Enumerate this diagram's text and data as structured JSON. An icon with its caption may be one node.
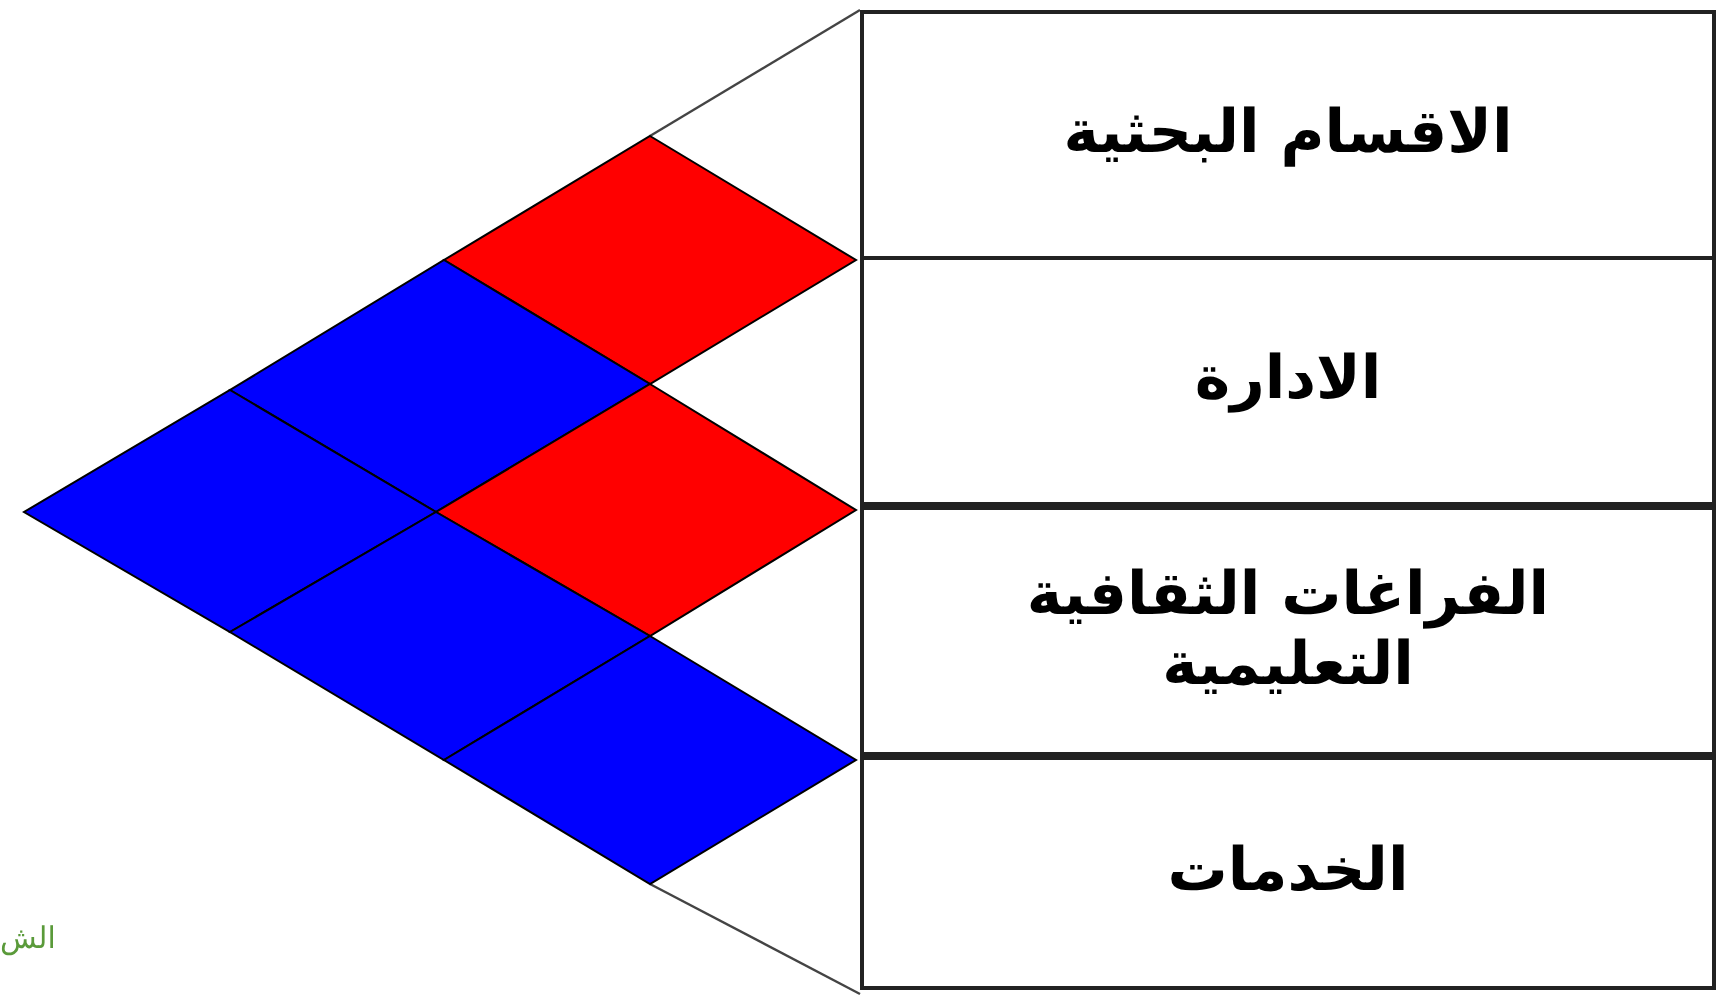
{
  "diagram": {
    "nodes": [
      {
        "text": [
          "الاقسام البحثية"
        ]
      },
      {
        "text": [
          "الادارة"
        ]
      },
      {
        "text": [
          "الفراغات الثقافية التعليمية"
        ]
      },
      {
        "text": [
          "الخدمات"
        ]
      }
    ],
    "labels": [
      "الش"
    ]
  }
}
